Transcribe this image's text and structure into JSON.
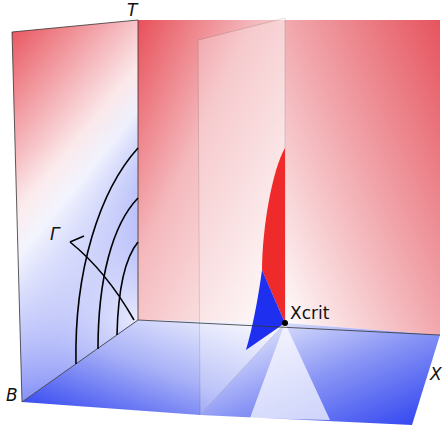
{
  "diagram": {
    "labels": [
      "T",
      "Γ",
      "B",
      "Xcrit",
      "X"
    ]
  }
}
